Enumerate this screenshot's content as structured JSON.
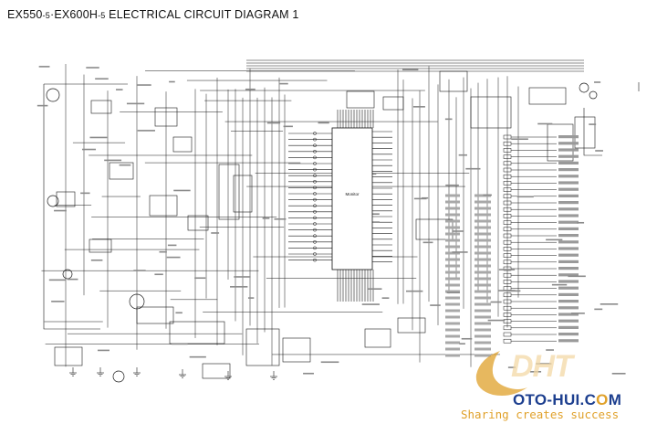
{
  "header": {
    "model_a": "EX550",
    "model_a_suffix": "-5",
    "sep": "·",
    "model_b": "EX600H",
    "model_b_suffix": "-5",
    "title_rest": " ELECTRICAL CIRCUIT DIAGRAM 1"
  },
  "diagram": {
    "center_label": "Monitor"
  },
  "watermark": {
    "brand_part1": "OTO-HUI.C",
    "brand_o": "O",
    "brand_part2": "M",
    "slogan": "Sharing creates success",
    "colors": {
      "brand": "#1d3f8f",
      "accent": "#e0a12a",
      "logo_fill": "#f3d9a6"
    }
  }
}
